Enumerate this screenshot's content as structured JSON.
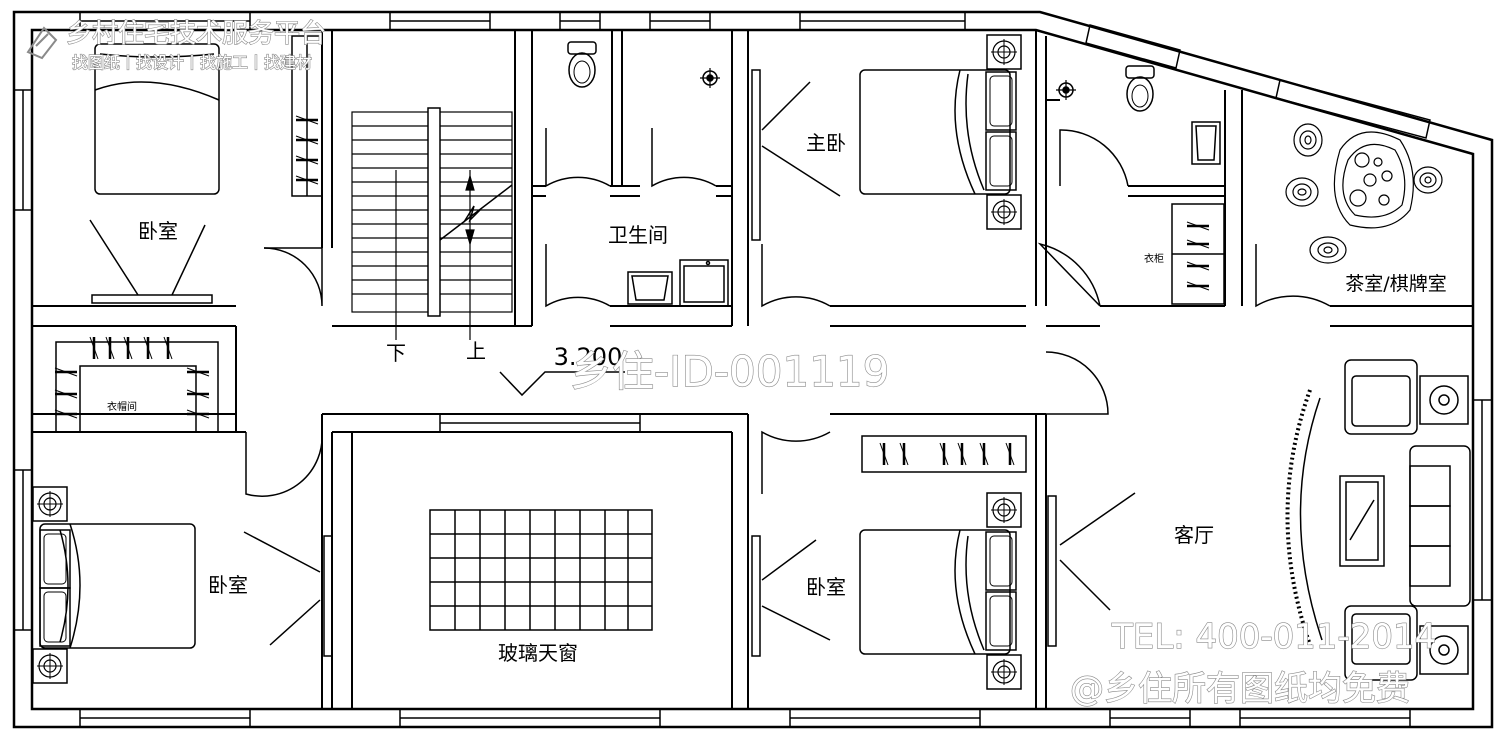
{
  "header": {
    "brand": "乡村住宅技术服务平台",
    "tagline": "找图纸丨找设计丨找施工丨找建材"
  },
  "rooms": {
    "bedroom_nw": "卧室",
    "bathroom": "卫生间",
    "master_bedroom": "主卧",
    "wardrobe": "衣柜",
    "tea_room": "茶室/棋牌室",
    "walk_in_closet": "衣帽间",
    "bedroom_sw": "卧室",
    "skylight": "玻璃天窗",
    "bedroom_s": "卧室",
    "living_room": "客厅"
  },
  "stairs": {
    "down": "下",
    "up": "上"
  },
  "elevation": "3.200",
  "watermarks": {
    "id": "乡住-ID-001119",
    "tel": "TEL: 400-011-2014",
    "notice": "@乡住所有图纸均免费"
  }
}
